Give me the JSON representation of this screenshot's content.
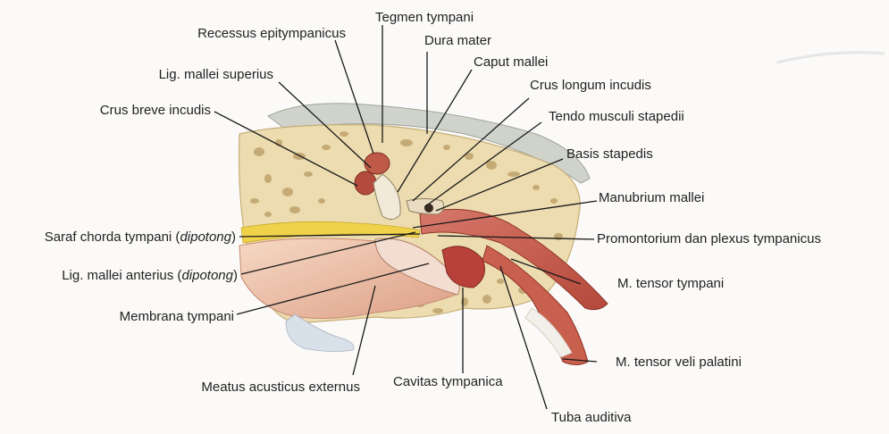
{
  "labels": {
    "recessus": "Recessus epitympanicus",
    "tegmen": "Tegmen tympani",
    "dura": "Dura mater",
    "caput": "Caput mallei",
    "lig_sup": "Lig. mallei superius",
    "crus_longum": "Crus longum incudis",
    "crus_breve": "Crus breve incudis",
    "tendo": "Tendo musculi stapedii",
    "basis": "Basis stapedis",
    "manubrium": "Manubrium mallei",
    "chorda_main": "Saraf chorda tympani (",
    "chorda_italic": "dipotong",
    "chorda_close": ")",
    "promontorium": "Promontorium dan plexus tympanicus",
    "lig_ant_main": "Lig. mallei anterius (",
    "lig_ant_italic": "dipotong",
    "lig_ant_close": ")",
    "tensor_tympani": "M. tensor tympani",
    "membrana": "Membrana tympani",
    "tensor_veli": "M. tensor veli palatini",
    "meatus": "Meatus acusticus externus",
    "cavitas": "Cavitas tympanica",
    "tuba": "Tuba auditiva"
  },
  "colors": {
    "bone": "#ecdcb0",
    "bone_pore": "#b89a62",
    "muscle": "#c9614f",
    "muscle_dark": "#8e3327",
    "skin": "#f0cbb2",
    "nerve": "#efd24a"
  }
}
